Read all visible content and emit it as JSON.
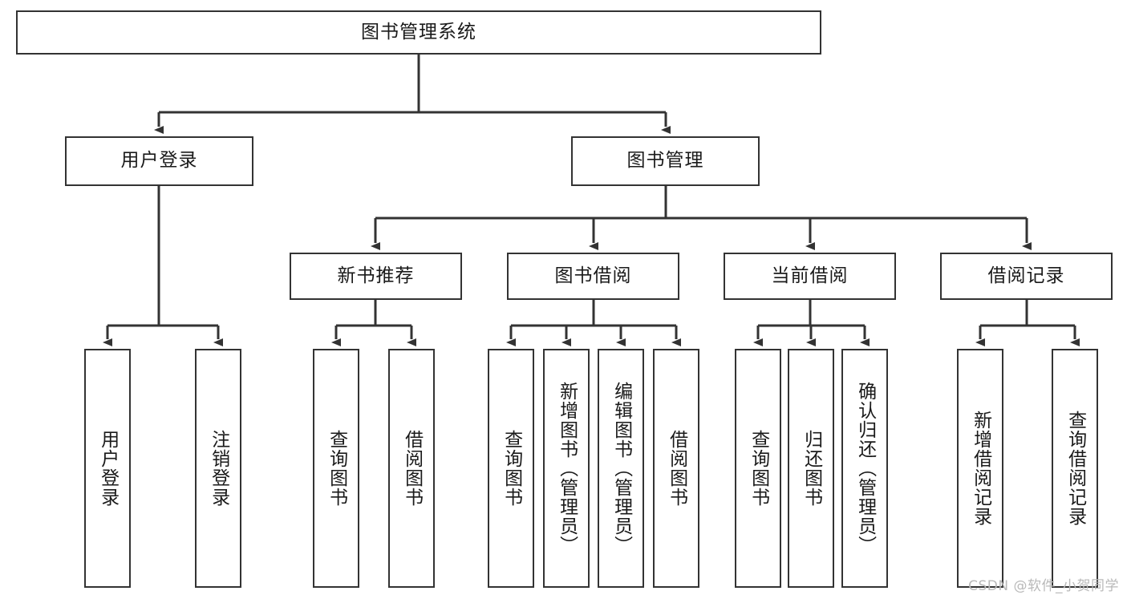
{
  "diagram": {
    "title": "图书管理系统",
    "type": "tree",
    "root": {
      "id": "root",
      "label": "图书管理系统"
    },
    "level2": [
      {
        "id": "user-login",
        "label": "用户登录"
      },
      {
        "id": "book-management",
        "label": "图书管理"
      }
    ],
    "level3": [
      {
        "id": "new-book-recommend",
        "label": "新书推荐",
        "parent": "book-management"
      },
      {
        "id": "book-borrow",
        "label": "图书借阅",
        "parent": "book-management"
      },
      {
        "id": "current-borrow",
        "label": "当前借阅",
        "parent": "book-management"
      },
      {
        "id": "borrow-record",
        "label": "借阅记录",
        "parent": "book-management"
      }
    ],
    "leaves": {
      "user_login": [
        {
          "id": "leaf-user-login",
          "label": "用户登录"
        },
        {
          "id": "leaf-logout-login",
          "label": "注销登录"
        }
      ],
      "new_book_recommend": [
        {
          "id": "leaf-query-book-1",
          "label": "查询图书"
        },
        {
          "id": "leaf-borrow-book-1",
          "label": "借阅图书"
        }
      ],
      "book_borrow": [
        {
          "id": "leaf-query-book-2",
          "label": "查询图书"
        },
        {
          "id": "leaf-add-book",
          "label": "新增图书（管理员）"
        },
        {
          "id": "leaf-edit-book",
          "label": "编辑图书（管理员）"
        },
        {
          "id": "leaf-borrow-book-2",
          "label": "借阅图书"
        }
      ],
      "current_borrow": [
        {
          "id": "leaf-query-book-3",
          "label": "查询图书"
        },
        {
          "id": "leaf-return-book",
          "label": "归还图书"
        },
        {
          "id": "leaf-confirm-return",
          "label": "确认归还（管理员）"
        }
      ],
      "borrow_record": [
        {
          "id": "leaf-add-record",
          "label": "新增借阅记录"
        },
        {
          "id": "leaf-query-record",
          "label": "查询借阅记录"
        }
      ]
    }
  },
  "watermark": {
    "text": "CSDN @软件_小贺同学"
  },
  "colors": {
    "stroke": "#333333",
    "text": "#1a1a1a",
    "background": "#ffffff",
    "watermark": "#b9b9b9"
  }
}
